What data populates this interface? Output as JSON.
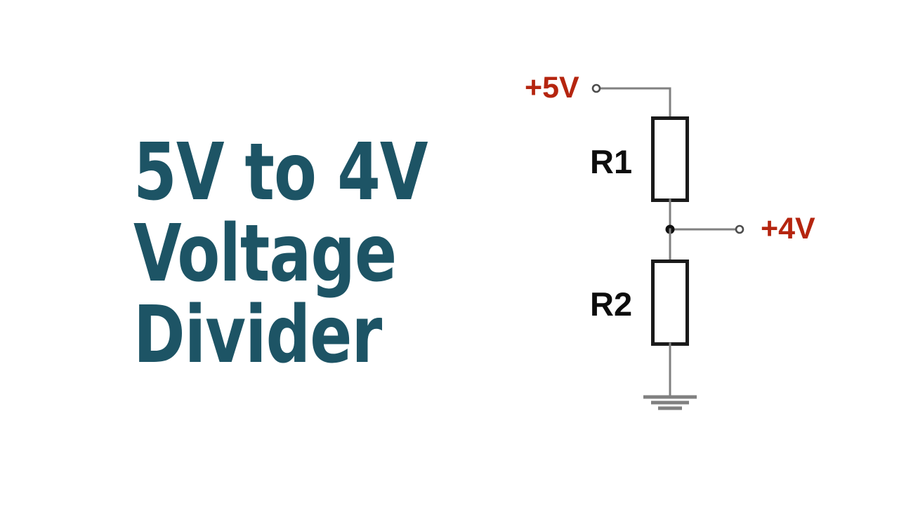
{
  "slide": {
    "background_color": "#ffffff",
    "title": {
      "color": "#1d5465",
      "lines": [
        "5V to 4V",
        "Voltage",
        "Divider"
      ]
    }
  },
  "circuit": {
    "type": "resistive-voltage-divider",
    "wire_color": "#808080",
    "component_outline_color": "#1a1a1a",
    "label_color_rails": "#b5250f",
    "label_color_components": "#0d0d0d",
    "rails": {
      "input": {
        "label": "+5V",
        "terminal": "open-circle-terminal"
      },
      "output": {
        "label": "+4V",
        "terminal": "open-circle-terminal"
      },
      "ground": {
        "label": "",
        "symbol": "earth-ground-icon"
      }
    },
    "components": [
      {
        "ref": "R1",
        "label": "R1",
        "symbol": "resistor-box-icon",
        "position": "upper-leg"
      },
      {
        "ref": "R2",
        "label": "R2",
        "symbol": "resistor-box-icon",
        "position": "lower-leg"
      }
    ],
    "nodes": [
      {
        "name": "output-junction",
        "symbol": "junction-dot-icon"
      }
    ]
  }
}
